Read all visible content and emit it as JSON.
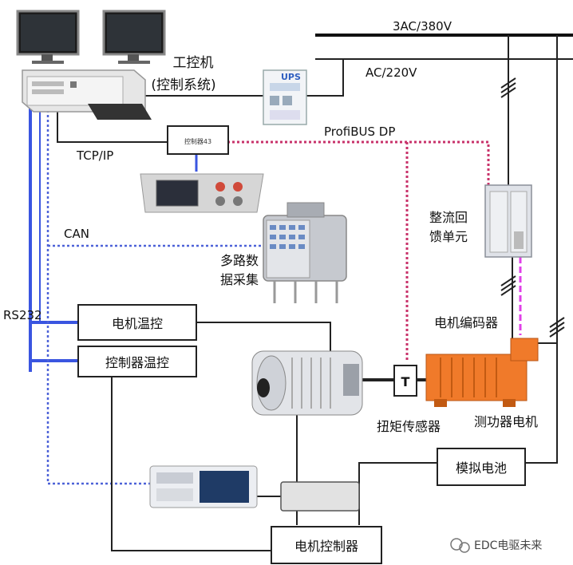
{
  "labels": {
    "ipc_line1": "工控机",
    "ipc_line2": "(控制系统)",
    "power_3ac": "3AC/380V",
    "power_ac": "AC/220V",
    "ups": "UPS",
    "profibus": "ProfiBUS DP",
    "tcpip": "TCP/IP",
    "can": "CAN",
    "rs232": "RS232",
    "rectifier_line1": "整流回",
    "rectifier_line2": "馈单元",
    "daq_line1": "多路数",
    "daq_line2": "据采集",
    "encoder": "电机编码器",
    "torque_sensor": "扭矩传感器",
    "dynamometer": "测功器电机",
    "motor_temp": "电机温控",
    "ctrl_temp": "控制器温控",
    "battery_sim": "模拟电池",
    "motor_controller": "电机控制器",
    "torque_sensor_mark": "T",
    "panel_label": "控制器43"
  },
  "watermark": "EDC电驱未来",
  "colors": {
    "rs232_bus": "#3a55e0",
    "can_line": "#4d62d8",
    "profibus_line": "#c8326a",
    "encoder_line": "#e040e8",
    "dyno_body": "#f07a2a",
    "wire": "#2a2a2a"
  }
}
